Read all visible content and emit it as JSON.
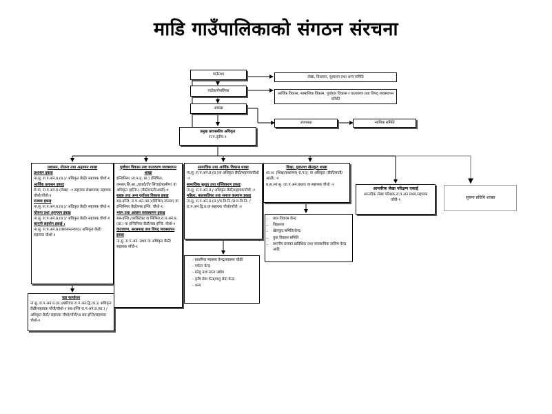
{
  "title": "माडि गाउँपालिकाको संगठन संरचना",
  "top": {
    "sabha": "गाउँसभा",
    "sabha_side": "लेखा, विधायन, सुशासन तथा अन्य समिति",
    "karyapalika": "गाउँकार्यपालिका",
    "karyapalika_side": "आर्थिक विकास, सामाजिक विकास, पूर्वाधार विकास र वातावरण तथा विपद् व्यवस्थापन समिति",
    "adhyaksha": "अध्यक्ष",
    "upadhyaksha": "उपाध्यक्ष",
    "nyayik": "न्यायिक समिति",
    "cao_title": "प्रमुख प्रशासकीय अधिकृत",
    "cao_sub": "रा.प.तृतीय-१"
  },
  "branches": {
    "b1": {
      "head": "प्रशासन, योजना तथा अनुगमन शाखा",
      "s1": "प्रशासन इकाइ",
      "t1": "ना.सु. रा.प.अनं.प्र.(प्र.)/ अधिकृत छैठौं/ सहायक चौथो-१",
      "s2": "आर्थिक प्रशासन इकाइ",
      "t2": "ले.पा. रा.प.अनं.प्र.(लेखा) -१ सहायक लेखापाल/ सहायक चौथो/पाँचौ-१",
      "s3": "राजस्व इकाइ",
      "t3": "ना.सु. रा.प.अनं.प्र.(प्र.)/ अधिकृत छैठौं/ सहायक चौथो-१",
      "s4": "योजना तथा अनुगमन इकाइ",
      "t4": "ना.सु. रा.प.अनं.प्र.(प्र.)/ अधिकृत छैठौं/ सहायक चौथो-१",
      "s5": "कानुनी सहयोग इकाई :",
      "t5": "ना.सु. रा.प.अनं.प्र.(प्रशासन/न्याय)/ अधिकृत छैठौं/ सहायक चौथो-१"
    },
    "ward": {
      "head": "वडा कार्यालय",
      "text": "ना.सु.,रा.प.अनं.प्र.(प्र.)/खरिदार रा.प.अनं.द्वि.(प्र.)/ अधिकृत छैठौं/सहायक पाँचौं/चौथो-१ सब-इन्जि रा.प.अनं.प्र.(प्रा.) / अधिकृत छैठौं/ सहायक चौथो/पाँचौं/अ.सब.इन्जि/सहायक चौथो-१"
    },
    "b2": {
      "head": "पूर्वाधार विकास तथा वातावरण व्यवस्थापन शाखा",
      "t1": "इन्जिनियर (रा.प.तृ. प्रा.) (सिभिल, जनरल,सि.आ.,/हाइवे/टी/ सिंचाई/ग्रामीण) वा अधिकृत (इन्जि.) (छैठौं/सातौं/आठौं)-१",
      "s2": "सडक तथा अन्य पूर्वाधार विकास इकाइ",
      "t2": "सब-इन्जि, रा.प.अनं.(प्रा.)(सिभिल,जनरल) वा इन्जिनियर छैठौं/सब इन्जि. चौथो-१",
      "s3": "भवन तथा आवास व्यवस्थापन इकाइ",
      "t3": "सब-इन्जि./आर्किटेक्ट वा सिभिल,रा.प.अनं.प्र.(प्रा.) वा इन्जिनियर छैठौं/सब इन्जि. चौथो-१",
      "s4": "वातावरण, सरसफाइ तथा विपद् व्यवस्थापन इकाइ",
      "t4": "ना.सु. रा.प.अनं. प्रथम वा अधिकृत छैठौं/सहायक पाँचौ-१"
    },
    "b3": {
      "head": "सामाजिक तथा आर्थिक विकास शाखा",
      "t1": "ना.सु. रा.प.अनं.प्र.(प्र.)वा अधिकृत छैठौं/सहायकचौथो -१",
      "s2": "सामाजिक सुरक्षा तथा पञ्जिकरण इकाइ",
      "t2": "ना.सु. रा.प.अनं.प्र./ अधिकृत छैठौं/सहायकपाँचौं -१",
      "s3": "महिला, बालबालिका तथा समाज कल्याण इकाइ",
      "t3": "ना.सु. रा.प.अनं.प्र.(प्र.)/म.वि.नि./स.म.वि.नि. /रा.प.अनं.द्वि.प्र.वा सहायक चौथो/पाँचौ -१"
    },
    "b3sub": [
      "प्राथमिक स्वास्थ्य केन्द्र/स्वास्थ्य चौकी",
      "पर्यटन केन्द्र",
      "घरेलु तथा साना उद्योग",
      "कृषि सेवा केन्द्र/पशु सेवा केन्द्र",
      "अन्य"
    ],
    "b4": {
      "head": "शिक्षा, युवातथा खेलकुद शाखा",
      "t1": "शा.अ. (शिक्षा/प्रशासन) रा.प.तृ. वा अधिकृत (छैठौं/सातौं/आठौं) -१",
      "t2": "प्र.स./ना.सु. (रा.प.अनं.प्रथम) वा सहायक चौथो -१"
    },
    "b4sub": [
      "बाल विकास केन्द्र",
      "विद्यालय",
      "खेलकुद समिति/केन्द्र",
      "युवा विकास समिति",
      "स्थानीय स्तरका प्राविधिक तथा व्यवसायिक तालिम केन्द्र आदि"
    ],
    "b5": {
      "head": "आन्तरिक लेखा परिक्षण एकाई",
      "text": "आन्तरिक लेखा परिक्षक,रा.प.अन प्रथम,सहायक पाँचौं-१"
    },
    "b6": {
      "head": "सुचना प्रविधि शाखा"
    }
  },
  "colors": {
    "line": "#000000",
    "gray_line": "#9a9a9a"
  }
}
